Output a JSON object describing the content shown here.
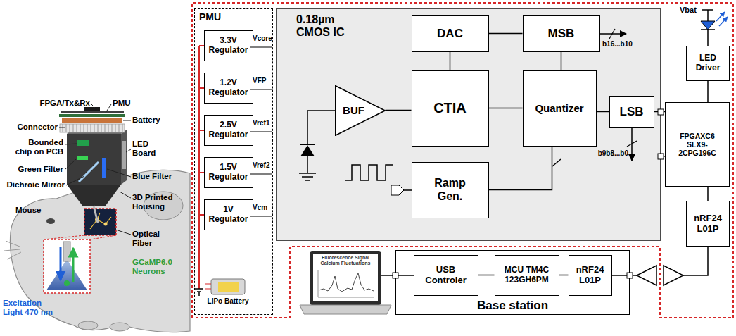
{
  "diagram": {
    "nodes": [
      {
        "text": [
          "PMU"
        ]
      },
      {
        "text": [
          "3.3V Regulator"
        ],
        "in": 0
      },
      {
        "text": [
          "1.2V Regulator"
        ],
        "in": 0
      },
      {
        "text": [
          "2.5V Regulator"
        ],
        "in": 0
      },
      {
        "text": [
          "1.5V Regulator"
        ],
        "in": 0
      },
      {
        "text": [
          "1V Regulator"
        ],
        "in": 0
      },
      {
        "text": [
          "0.18µm CMOS IC"
        ]
      },
      {
        "text": [
          "DAC"
        ],
        "in": 6
      },
      {
        "text": [
          "MSB"
        ],
        "in": 6
      },
      {
        "text": [
          "BUF"
        ],
        "in": 6
      },
      {
        "text": [
          "CTIA"
        ],
        "in": 6
      },
      {
        "text": [
          "Quantizer"
        ],
        "in": 6
      },
      {
        "text": [
          "LSB"
        ],
        "in": 6
      },
      {
        "text": [
          "Ramp Gen."
        ],
        "in": 6
      },
      {
        "text": [
          "LED Driver"
        ]
      },
      {
        "text": [
          "FPGAXC6 SLX9- 2CPG196C"
        ]
      },
      {
        "text": [
          "nRF24 L01P"
        ]
      },
      {
        "text": [
          "Base station"
        ]
      },
      {
        "text": [
          "USB Controler"
        ],
        "in": 17
      },
      {
        "text": [
          "MCU TM4C 123GH6PM"
        ],
        "in": 17
      },
      {
        "text": [
          "nRF24 L01P"
        ],
        "in": 17
      }
    ],
    "edges": [
      {
        "from": 9,
        "to": 10,
        "arrow": "none"
      },
      {
        "from": 7,
        "to": 10,
        "arrow": "none"
      },
      {
        "from": 7,
        "to": 8,
        "arrow": "none"
      },
      {
        "from": 10,
        "to": 11,
        "arrow": "none"
      },
      {
        "from": 8,
        "to": 11,
        "arrow": "none"
      },
      {
        "from": 11,
        "to": 12,
        "arrow": "none"
      },
      {
        "from": 13,
        "to": 11,
        "arrow": "none"
      },
      {
        "from": 12,
        "to": 15,
        "arrow": "none"
      },
      {
        "from": 6,
        "to": 15,
        "arrow": "none"
      },
      {
        "from": 14,
        "to": 15,
        "arrow": "none"
      },
      {
        "from": 15,
        "to": 16,
        "arrow": "none"
      },
      {
        "from": 18,
        "to": 19,
        "arrow": "none"
      },
      {
        "from": 19,
        "to": 20,
        "arrow": "none"
      }
    ],
    "labels": [
      "FPGA/Tx&Rx",
      "PMU",
      "Connector",
      "Battery",
      "Bounded chip on PCB",
      "LED Board",
      "Green Filter",
      "Blue Filter",
      "Dichroic Mirror",
      "Mouse",
      "3D Printed Housing",
      "Optical Fiber",
      "GCaMP6.0 Neurons",
      "Excitation Light 470 nm",
      "Vcore",
      "VFP",
      "Vref1",
      "Vref2",
      "Vcm",
      "LiPo Battery",
      "b16...b10",
      "b9b8...b0",
      "Vbat",
      "Fluorescence Signal Calcium Fluctuations"
    ]
  }
}
